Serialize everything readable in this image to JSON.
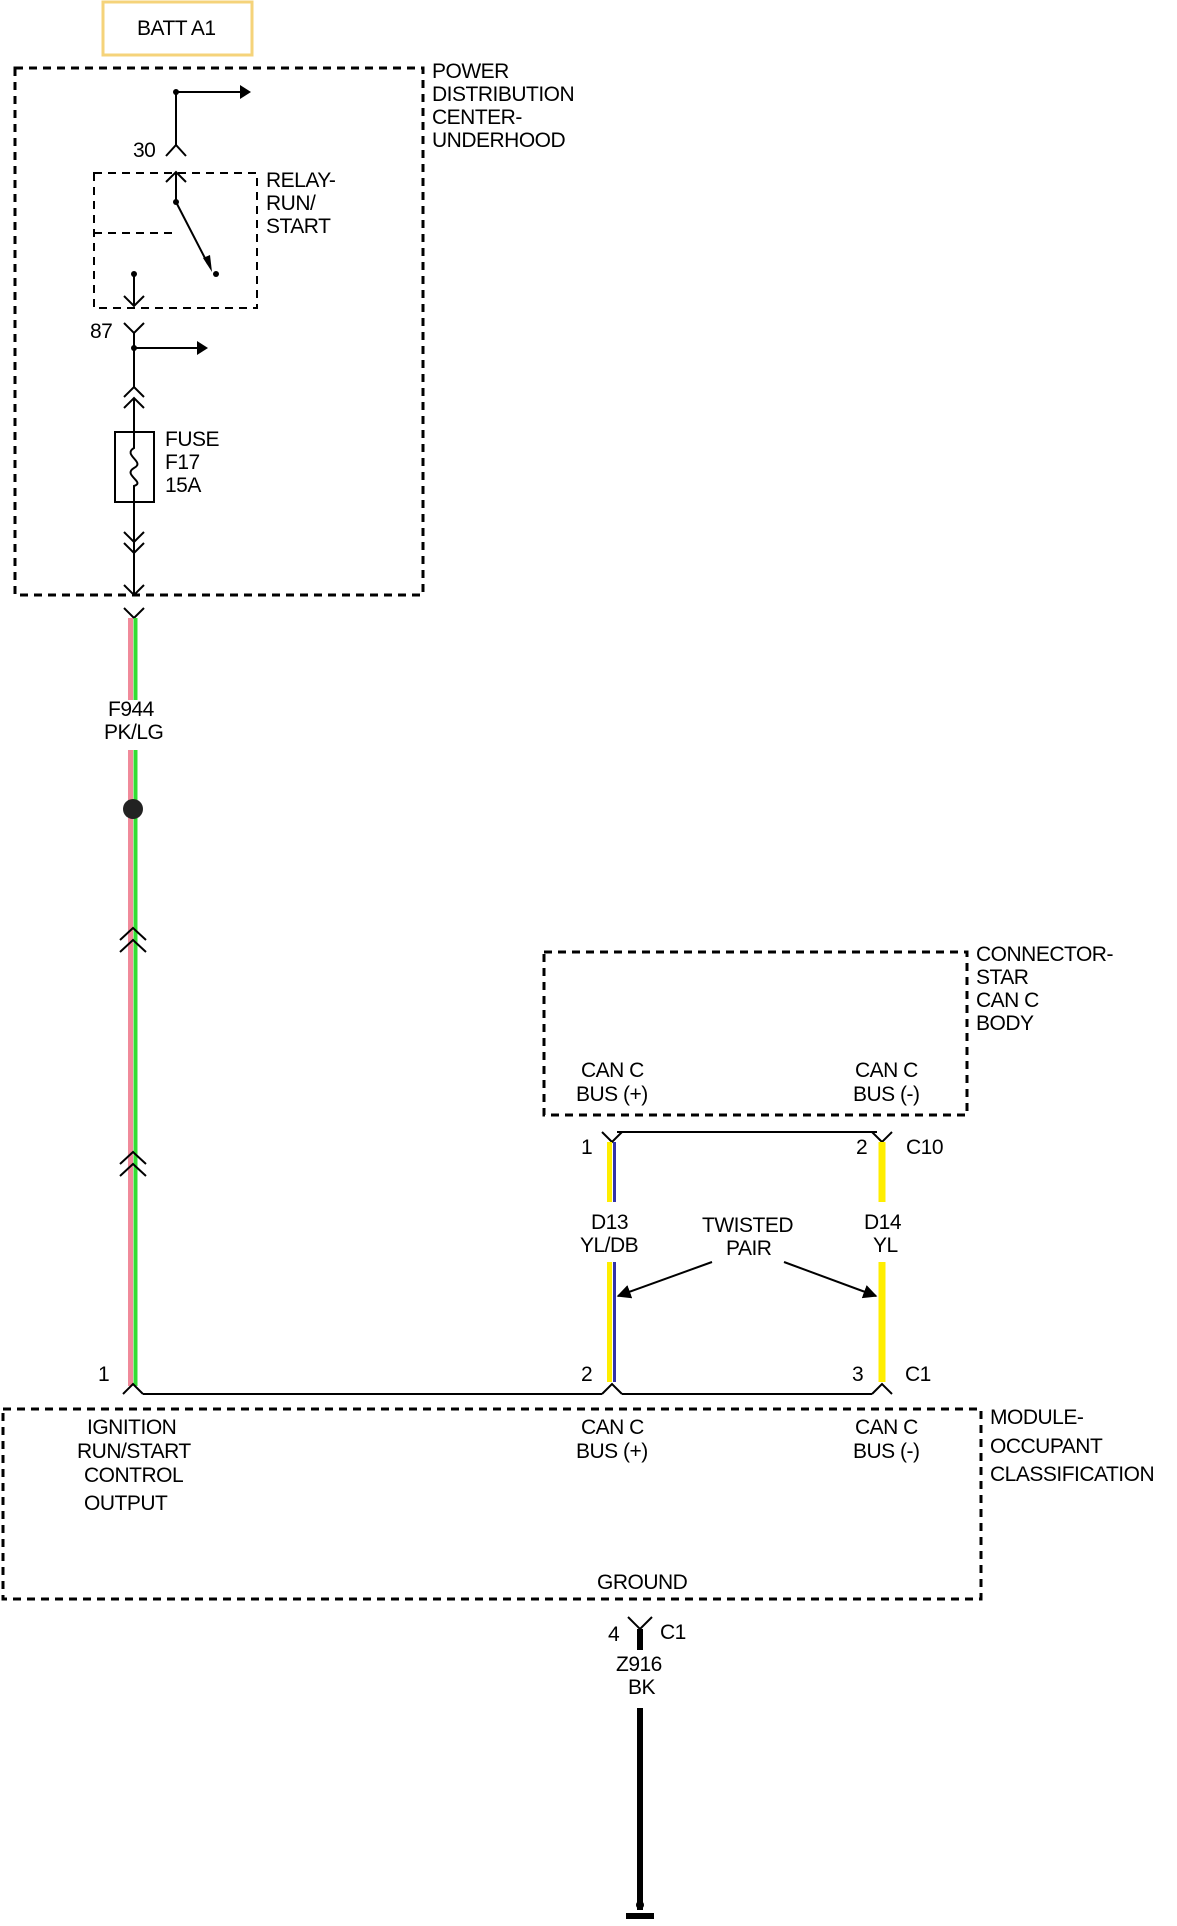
{
  "colors": {
    "batt_border": "#f5d37a",
    "pink": "#f08a9a",
    "green": "#33dd33",
    "yellow": "#ffee00",
    "dark_blue": "#3333aa",
    "black": "#000000"
  },
  "batt": {
    "label": "BATT A1"
  },
  "pdc": {
    "title": [
      "POWER",
      "DISTRIBUTION",
      "CENTER-",
      "UNDERHOOD"
    ],
    "pin_30": "30",
    "pin_87": "87",
    "relay_label": [
      "RELAY-",
      "RUN/",
      "START"
    ],
    "fuse_label": [
      "FUSE",
      "F17",
      "15A"
    ]
  },
  "wire_f944": {
    "circuit": "F944",
    "color": "PK/LG"
  },
  "star_connector": {
    "title": [
      "CONNECTOR-",
      "STAR",
      "CAN C",
      "BODY"
    ],
    "left_label": [
      "CAN C",
      "BUS (+)"
    ],
    "right_label": [
      "CAN C",
      "BUS (-)"
    ],
    "pin_left": "1",
    "pin_right": "2",
    "connector": "C10"
  },
  "wire_d13": {
    "circuit": "D13",
    "color": "YL/DB"
  },
  "wire_d14": {
    "circuit": "D14",
    "color": "YL"
  },
  "twisted_pair": [
    "TWISTED",
    "PAIR"
  ],
  "module": {
    "title": [
      "MODULE-",
      "OCCUPANT",
      "CLASSIFICATION"
    ],
    "pin_1": "1",
    "pin_2": "2",
    "pin_3": "3",
    "connector": "C1",
    "ignition_label": [
      "IGNITION",
      "RUN/START",
      "CONTROL",
      "OUTPUT"
    ],
    "can_plus_label": [
      "CAN C",
      "BUS (+)"
    ],
    "can_minus_label": [
      "CAN C",
      "BUS (-)"
    ],
    "ground_label": "GROUND"
  },
  "ground": {
    "pin": "4",
    "connector": "C1",
    "circuit": "Z916",
    "color": "BK"
  }
}
